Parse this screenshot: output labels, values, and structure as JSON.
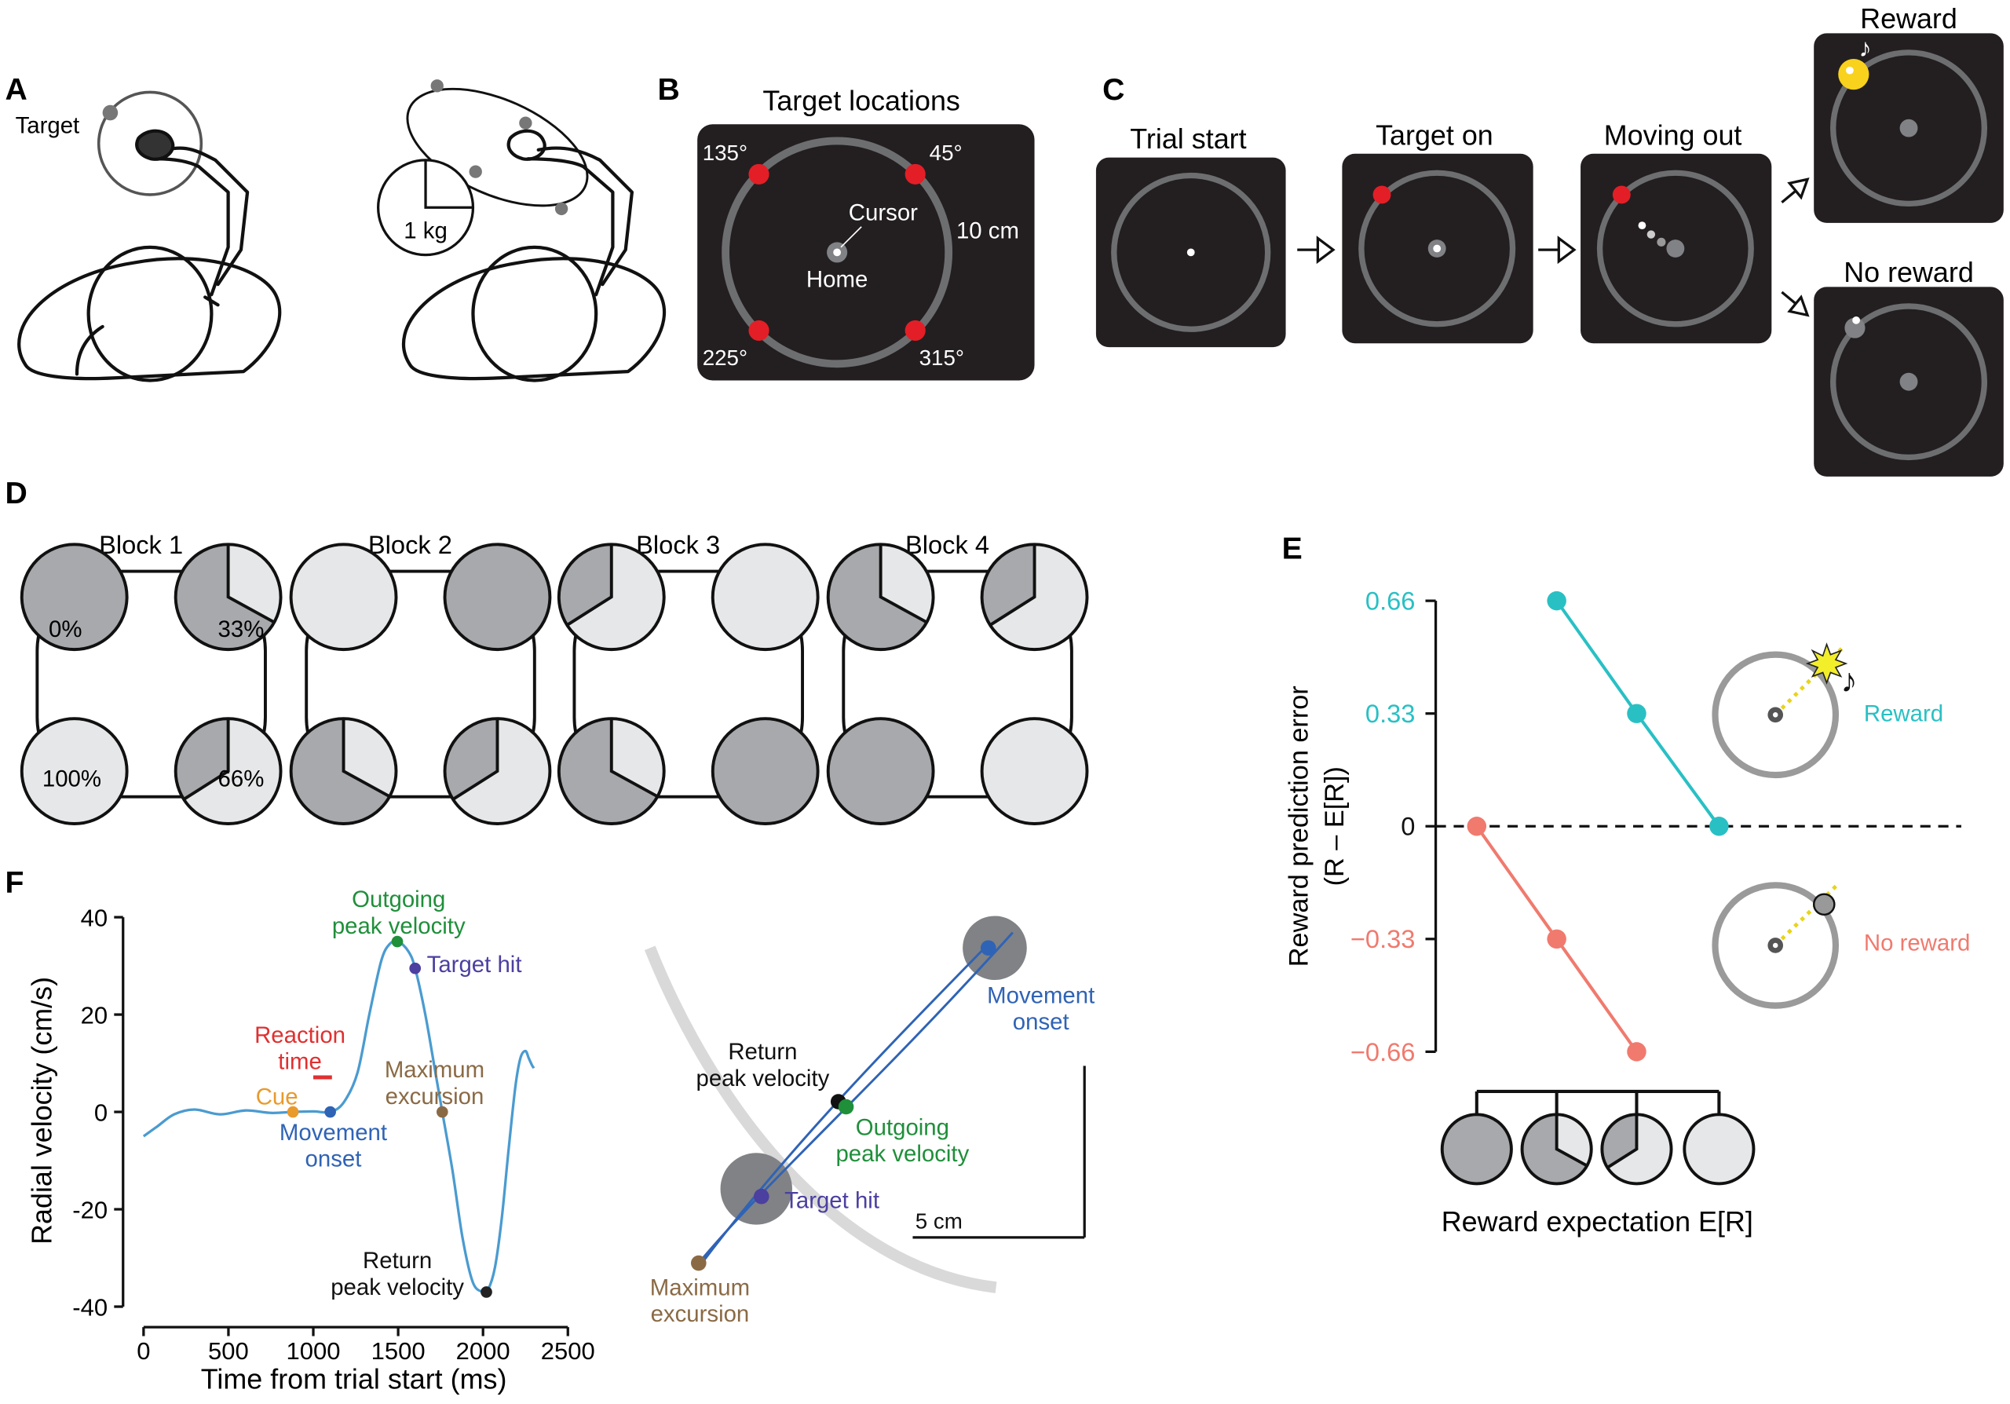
{
  "panels": {
    "A": {
      "letter": "A",
      "target_label": "Target",
      "weight_label": "1 kg"
    },
    "B": {
      "letter": "B",
      "title": "Target locations",
      "angles": [
        "135°",
        "45°",
        "225°",
        "315°"
      ],
      "cursor_label": "Cursor",
      "home_label": "Home",
      "scale_label": "10 cm"
    },
    "C": {
      "letter": "C",
      "steps": [
        "Trial start",
        "Target on",
        "Moving out"
      ],
      "reward_label": "Reward",
      "no_reward_label": "No reward",
      "note_glyph": "♪"
    },
    "D": {
      "letter": "D",
      "blocks": [
        "Block 1",
        "Block 2",
        "Block 3",
        "Block 4"
      ],
      "block1_percent_labels": [
        "0%",
        "33%",
        "100%",
        "66%"
      ]
    },
    "E": {
      "letter": "E",
      "reward_label": "Reward",
      "no_reward_label": "No reward"
    },
    "F": {
      "letter": "F",
      "annotations": {
        "outgoing_peak": "Outgoing\npeak velocity",
        "target_hit": "Target hit",
        "reaction_time": "Reaction\ntime",
        "max_excursion": "Maximum\nexcursion",
        "cue": "Cue",
        "movement_onset": "Movement\nonset",
        "return_peak": "Return\npeak velocity"
      },
      "trajectory_labels": {
        "movement_onset": "Movement\nonset",
        "return_peak": "Return\npeak velocity",
        "outgoing_peak": "Outgoing\npeak velocity",
        "target_hit": "Target hit",
        "max_excursion": "Maximum\nexcursion",
        "scale_label": "5 cm"
      }
    }
  },
  "chart_data": [
    {
      "type": "line",
      "panel": "E",
      "ylabel_line1": "Reward prediction error",
      "ylabel_line2": "(R – E[R])",
      "xlabel": "Reward expectation E[R]",
      "yticks": [
        0.66,
        0.33,
        0,
        -0.33,
        -0.66
      ],
      "ytick_labels": [
        "0.66",
        "0.33",
        "0",
        "−0.33",
        "−0.66"
      ],
      "categories": [
        0,
        0.33,
        0.66,
        1
      ],
      "ylim": [
        -0.66,
        0.66
      ],
      "zero_line": "dashed",
      "series": [
        {
          "name": "Reward",
          "color": "#29c0c4",
          "x": [
            0.33,
            0.66,
            1
          ],
          "y": [
            0.66,
            0.33,
            0
          ]
        },
        {
          "name": "No reward",
          "color": "#f07a6e",
          "x": [
            0,
            0.33,
            0.66
          ],
          "y": [
            0,
            -0.33,
            -0.66
          ]
        }
      ]
    },
    {
      "type": "line",
      "panel": "F",
      "xlabel": "Time from trial start (ms)",
      "ylabel": "Radial velocity (cm/s)",
      "xlim": [
        0,
        2500
      ],
      "ylim": [
        -40,
        40
      ],
      "xticks": [
        0,
        500,
        1000,
        1500,
        2000,
        2500
      ],
      "yticks": [
        40,
        20,
        0,
        -20,
        -40
      ],
      "series": [
        {
          "color": "#4a9bd0",
          "x": [
            0,
            80,
            180,
            300,
            450,
            600,
            750,
            880,
            1000,
            1100,
            1180,
            1260,
            1330,
            1400,
            1450,
            1500,
            1560,
            1600,
            1660,
            1720,
            1760,
            1820,
            1880,
            1940,
            2000,
            2030,
            2070,
            2110,
            2150,
            2190,
            2220,
            2250,
            2270,
            2290,
            2300
          ],
          "y": [
            -5,
            -3,
            -0.5,
            0.5,
            -0.5,
            0.3,
            -0.2,
            0,
            0.1,
            0,
            2,
            8,
            20,
            31,
            34.5,
            35,
            33,
            29.5,
            20,
            8,
            0,
            -12,
            -26,
            -35,
            -37,
            -36.5,
            -32,
            -22,
            -8,
            5,
            11,
            12.5,
            11,
            9.5,
            9
          ]
        }
      ],
      "markers": [
        {
          "name": "Cue",
          "x": 880,
          "y": 0,
          "color": "#e89a2c"
        },
        {
          "name": "Movement onset",
          "x": 1100,
          "y": 0,
          "color": "#2f63b5"
        },
        {
          "name": "Outgoing peak velocity",
          "x": 1495,
          "y": 35,
          "color": "#1f8f3a"
        },
        {
          "name": "Target hit",
          "x": 1600,
          "y": 29.5,
          "color": "#4b3fa0"
        },
        {
          "name": "Maximum excursion",
          "x": 1760,
          "y": 0,
          "color": "#8a6a45"
        },
        {
          "name": "Return peak velocity",
          "x": 2020,
          "y": -37,
          "color": "#222222"
        }
      ],
      "reaction_time_bar": {
        "x": [
          1000,
          1110
        ],
        "color": "#e03030"
      }
    }
  ]
}
